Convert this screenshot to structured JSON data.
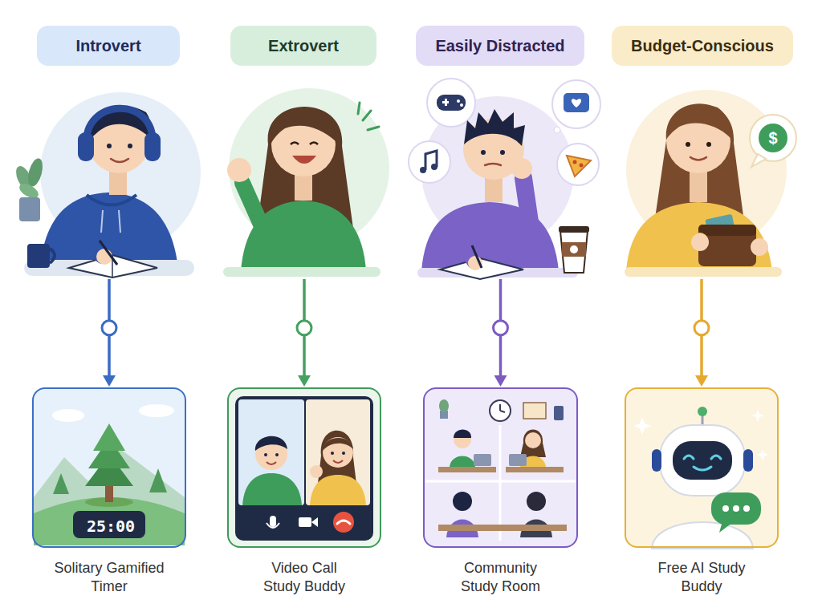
{
  "diagram": {
    "nodes": [
      {
        "text": [
          "Introvert"
        ]
      },
      {
        "text": [
          "Extrovert"
        ]
      },
      {
        "text": [
          "Easily Distracted"
        ]
      },
      {
        "text": [
          "Budget-Conscious"
        ]
      },
      {
        "text": [
          "25:00",
          "Solitary Gamified Timer"
        ]
      },
      {
        "text": [
          "Video Call Study Buddy"
        ]
      },
      {
        "text": [
          "Community Study Room"
        ]
      },
      {
        "text": [
          "Free AI Study Buddy"
        ]
      }
    ],
    "edges": [
      {
        "from": 0,
        "to": 4,
        "arrow": "to"
      },
      {
        "from": 1,
        "to": 5,
        "arrow": "to"
      },
      {
        "from": 2,
        "to": 6,
        "arrow": "to"
      },
      {
        "from": 3,
        "to": 7,
        "arrow": "to"
      }
    ],
    "labels": [
      "$"
    ]
  }
}
